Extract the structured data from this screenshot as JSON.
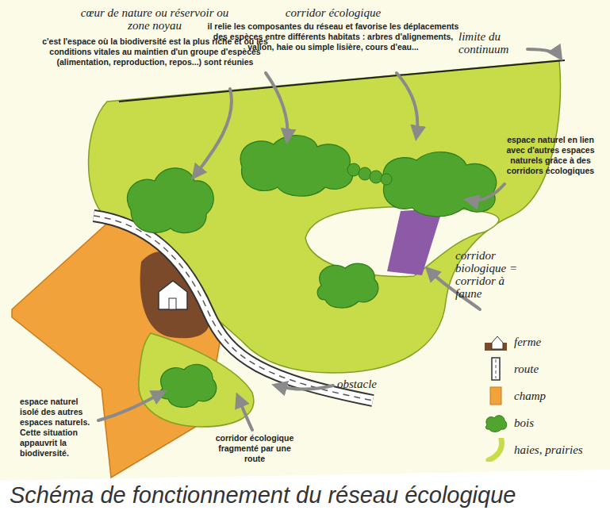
{
  "diagram": {
    "caption": "Schéma de fonctionnement du réseau écologique",
    "labels": [
      "cœur de nature ou réservoir ou zone noyau",
      "c'est l'espace où la biodiversité est la plus riche et où les conditions vitales au maintien d'un groupe d'espèces (alimentation, reproduction, repos...) sont réunies",
      "corridor écologique",
      "il relie les composantes du réseau et favorise les déplacements des espèces entre différents habitats : arbres d'alignements, vallon, haie ou simple lisière, cours d'eau...",
      "limite du continuum",
      "espace naturel en lien avec d'autres espaces naturels grâce à des corridors écologiques",
      "corridor biologique = corridor à faune",
      "obstacle",
      "espace naturel isolé des autres espaces naturels. Cette situation appauvrit la biodiversité.",
      "corridor écologique fragmenté par une route"
    ],
    "legend": [
      {
        "text": "ferme"
      },
      {
        "text": "route"
      },
      {
        "text": "champ",
        "color": "#f2a23a"
      },
      {
        "text": "bois"
      },
      {
        "text": "haies, prairies"
      }
    ]
  }
}
